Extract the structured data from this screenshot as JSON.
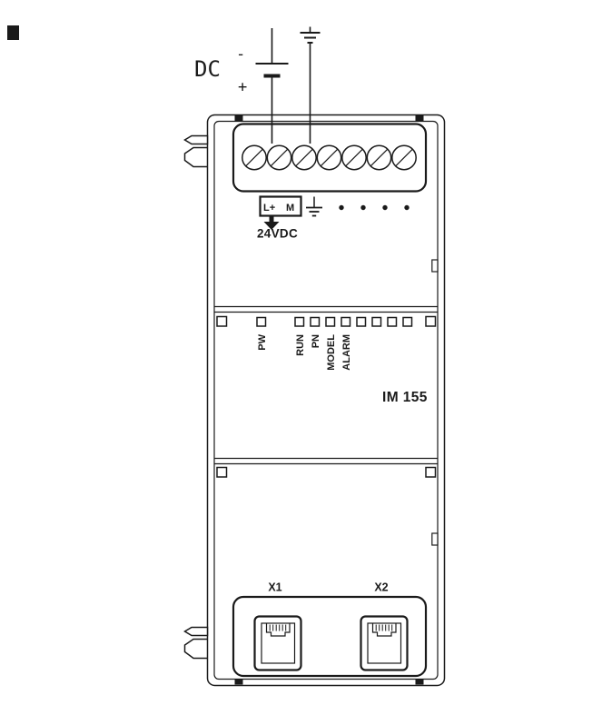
{
  "figure": {
    "type": "wiring-diagram",
    "module_name": "IM 155"
  },
  "power_supply": {
    "label": "DC",
    "minus": "-",
    "plus": "+",
    "battery_icon": "dc-source-battery-symbol",
    "ground_icon": "earth-ground-symbol"
  },
  "terminal_block": {
    "screw_terminal_count": 7,
    "labels": {
      "l_plus": "L+",
      "m": "M"
    },
    "arrow_icon": "down-arrow-icon",
    "ground_icon": "earth-ground-symbol",
    "dot_count": 4,
    "voltage_label": "24VDC"
  },
  "led_panel": {
    "power_led_label": "PW",
    "status_led_count": 8,
    "status_led_labels": [
      "RUN",
      "PN",
      "MODEL",
      "ALARM"
    ]
  },
  "ports": {
    "type": "RJ45",
    "x1_label": "X1",
    "x2_label": "X2"
  },
  "colors": {
    "line": "#1a1a1a",
    "background": "#ffffff"
  }
}
